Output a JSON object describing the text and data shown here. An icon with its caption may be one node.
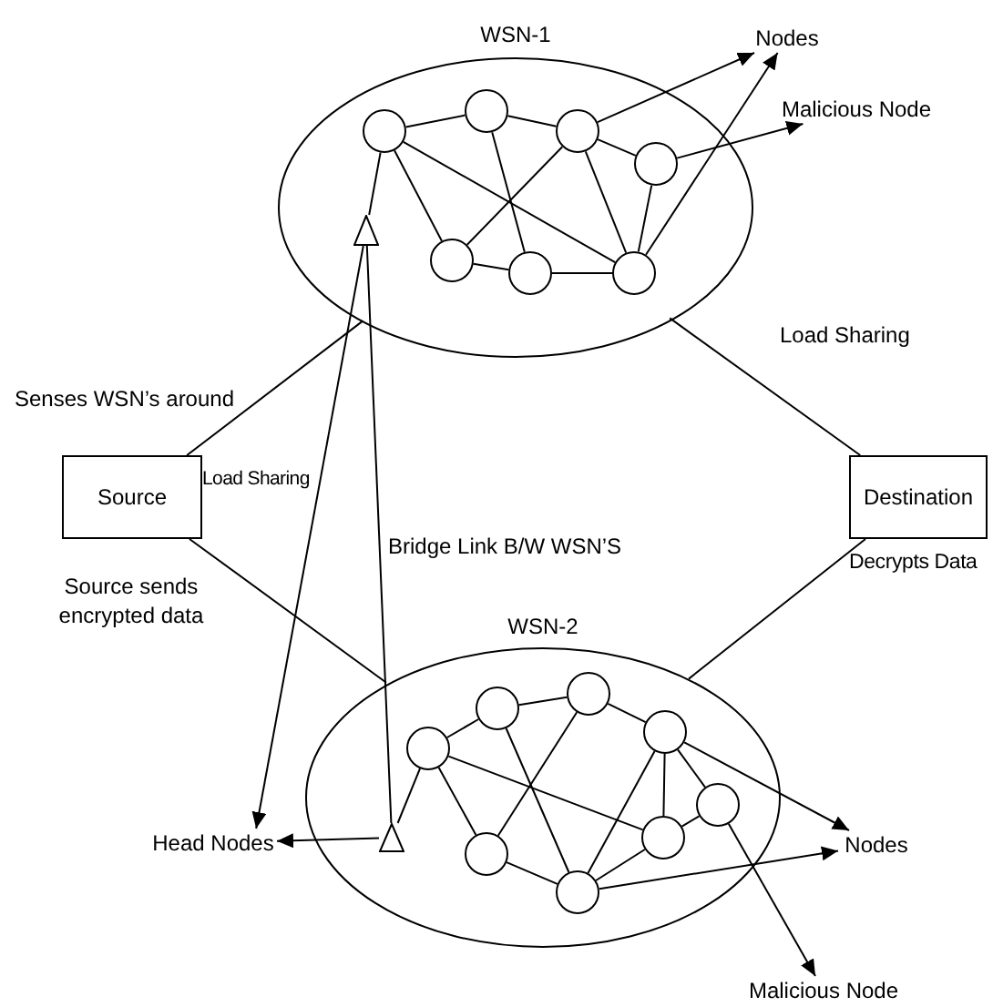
{
  "diagram": {
    "nodes": [
      {
        "text": [
          "WSN-1"
        ]
      },
      {
        "text": [],
        "shape": "circle",
        "in": 0
      },
      {
        "text": [],
        "shape": "circle",
        "in": 0
      },
      {
        "text": [],
        "shape": "circle",
        "in": 0
      },
      {
        "text": [],
        "shape": "circle",
        "in": 0
      },
      {
        "text": [],
        "shape": "circle",
        "in": 0
      },
      {
        "text": [],
        "shape": "circle",
        "in": 0
      },
      {
        "text": [],
        "shape": "circle",
        "in": 0
      },
      {
        "text": [],
        "shape": "triangle",
        "in": 0
      },
      {
        "text": [
          "Nodes"
        ]
      },
      {
        "text": [
          "Malicious Node"
        ]
      },
      {
        "text": [
          "Source"
        ]
      },
      {
        "text": [
          "Destination"
        ],
        "beside": [
          "Decrypts Data"
        ]
      },
      {
        "text": [
          "WSN-2"
        ]
      },
      {
        "text": [],
        "shape": "circle",
        "in": 13
      },
      {
        "text": [],
        "shape": "circle",
        "in": 13
      },
      {
        "text": [],
        "shape": "circle",
        "in": 13
      },
      {
        "text": [],
        "shape": "circle",
        "in": 13
      },
      {
        "text": [],
        "shape": "circle",
        "in": 13
      },
      {
        "text": [],
        "shape": "circle",
        "in": 13
      },
      {
        "text": [],
        "shape": "circle",
        "in": 13
      },
      {
        "text": [],
        "shape": "circle",
        "in": 13
      },
      {
        "text": [],
        "shape": "triangle",
        "in": 13
      },
      {
        "text": [
          "Head Nodes"
        ]
      },
      {
        "text": [
          "Nodes"
        ]
      },
      {
        "text": [
          "Malicious Node"
        ]
      }
    ],
    "edges": [
      {
        "from": 1,
        "to": 2,
        "arrow": "none"
      },
      {
        "from": 2,
        "to": 3,
        "arrow": "none"
      },
      {
        "from": 1,
        "to": 5,
        "arrow": "none"
      },
      {
        "from": 1,
        "to": 7,
        "arrow": "none"
      },
      {
        "from": 2,
        "to": 6,
        "arrow": "none"
      },
      {
        "from": 3,
        "to": 5,
        "arrow": "none"
      },
      {
        "from": 3,
        "to": 4,
        "arrow": "none"
      },
      {
        "from": 3,
        "to": 7,
        "arrow": "none"
      },
      {
        "from": 4,
        "to": 7,
        "arrow": "none"
      },
      {
        "from": 5,
        "to": 6,
        "arrow": "none"
      },
      {
        "from": 6,
        "to": 7,
        "arrow": "none"
      },
      {
        "from": 1,
        "to": 8,
        "arrow": "none"
      },
      {
        "from": 3,
        "to": 9,
        "arrow": "to"
      },
      {
        "from": 7,
        "to": 9,
        "arrow": "to"
      },
      {
        "from": 4,
        "to": 10,
        "arrow": "to"
      },
      {
        "from": 8,
        "to": 23,
        "arrow": "to"
      },
      {
        "from": 8,
        "to": 22,
        "arrow": "none"
      },
      {
        "from": 11,
        "to": 0,
        "arrow": "none"
      },
      {
        "from": 11,
        "to": 13,
        "arrow": "none"
      },
      {
        "from": 0,
        "to": 12,
        "arrow": "none"
      },
      {
        "from": 13,
        "to": 12,
        "arrow": "none"
      },
      {
        "from": 14,
        "to": 15,
        "arrow": "none"
      },
      {
        "from": 15,
        "to": 16,
        "arrow": "none"
      },
      {
        "from": 16,
        "to": 17,
        "arrow": "none"
      },
      {
        "from": 14,
        "to": 18,
        "arrow": "none"
      },
      {
        "from": 14,
        "to": 20,
        "arrow": "none"
      },
      {
        "from": 15,
        "to": 19,
        "arrow": "none"
      },
      {
        "from": 16,
        "to": 18,
        "arrow": "none"
      },
      {
        "from": 17,
        "to": 19,
        "arrow": "none"
      },
      {
        "from": 17,
        "to": 20,
        "arrow": "none"
      },
      {
        "from": 17,
        "to": 21,
        "arrow": "none"
      },
      {
        "from": 18,
        "to": 19,
        "arrow": "none"
      },
      {
        "from": 19,
        "to": 20,
        "arrow": "none"
      },
      {
        "from": 20,
        "to": 21,
        "arrow": "none"
      },
      {
        "from": 14,
        "to": 22,
        "arrow": "none"
      },
      {
        "from": 22,
        "to": 23,
        "arrow": "to"
      },
      {
        "from": 17,
        "to": 24,
        "arrow": "to"
      },
      {
        "from": 19,
        "to": 24,
        "arrow": "to"
      },
      {
        "from": 21,
        "to": 25,
        "arrow": "to"
      }
    ],
    "labels": [
      "Load Sharing",
      "Senses WSN’s around",
      "Load Sharing",
      "Bridge Link B/W WSN’S",
      "Source sends encrypted data"
    ]
  }
}
